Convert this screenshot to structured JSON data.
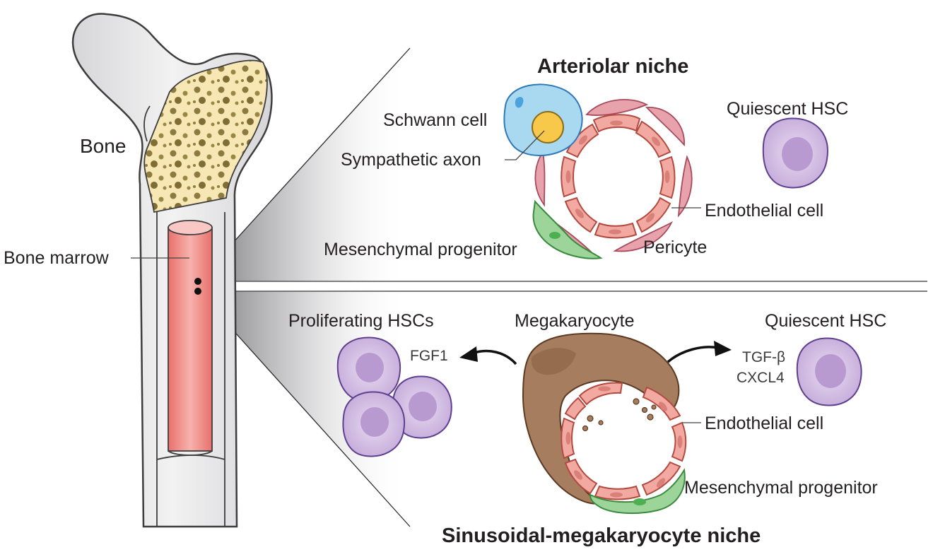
{
  "labels": {
    "bone": "Bone",
    "bone_marrow": "Bone marrow",
    "arteriolar_niche": "Arteriolar niche",
    "schwann_cell": "Schwann cell",
    "sympathetic_axon": "Sympathetic axon",
    "quiescent_hsc_top": "Quiescent HSC",
    "endothelial_cell_top": "Endothelial cell",
    "mesenchymal_progenitor_top": "Mesenchymal progenitor",
    "pericyte": "Pericyte",
    "proliferating_hscs": "Proliferating HSCs",
    "megakaryocyte": "Megakaryocyte",
    "quiescent_hsc_bottom": "Quiescent HSC",
    "fgf1": "FGF1",
    "tgf_beta": "TGF-β",
    "cxcl4": "CXCL4",
    "endothelial_cell_bottom": "Endothelial cell",
    "mesenchymal_progenitor_bottom": "Mesenchymal progenitor",
    "sinusoidal_niche": "Sinusoidal-megakaryocyte niche"
  },
  "colors": {
    "bone": "#e1e1e2",
    "bone_outline": "#3d3d3d",
    "spongy_bone": "#f6e7b4",
    "marrow": "#ee8a86",
    "endothelial": "#f2a9a2",
    "pericyte": "#e7a2ab",
    "schwann": "#a9d9f1",
    "axon": "#f7c84a",
    "hsc": "#d6c2e4",
    "hsc_outline": "#5f3f8f",
    "mesenchymal": "#9cd49a",
    "megakaryocyte": "#a67d5e"
  }
}
